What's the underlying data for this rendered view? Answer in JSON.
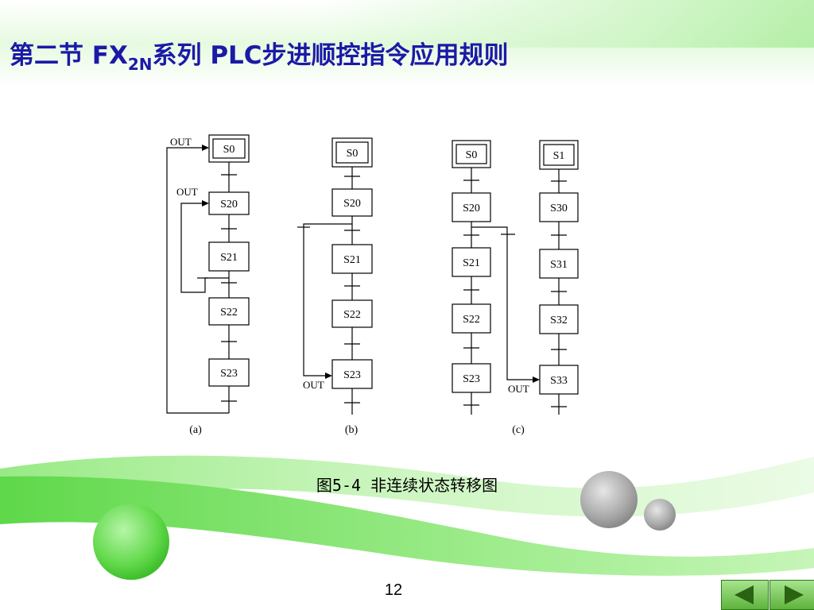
{
  "slide": {
    "title_prefix": "第二节 FX",
    "title_sub": "2N",
    "title_suffix": "系列 PLC步进顺控指令应用规则",
    "caption": "图5-4  非连续状态转移图",
    "page_number": "12"
  },
  "diagram": {
    "out_label": "OUT",
    "a": {
      "label": "(a)",
      "steps": [
        "S0",
        "S20",
        "S21",
        "S22",
        "S23"
      ]
    },
    "b": {
      "label": "(b)",
      "steps": [
        "S0",
        "S20",
        "S21",
        "S22",
        "S23"
      ]
    },
    "c": {
      "label": "(c)",
      "left_steps": [
        "S0",
        "S20",
        "S21",
        "S22",
        "S23"
      ],
      "right_steps": [
        "S1",
        "S30",
        "S31",
        "S32",
        "S33"
      ]
    }
  },
  "nav": {
    "prev_icon": "triangle-left-icon",
    "next_icon": "triangle-right-icon",
    "accent": "#5fb33d"
  },
  "colors": {
    "title": "#1a1aa6",
    "green_deco": "#6fdc5b"
  }
}
